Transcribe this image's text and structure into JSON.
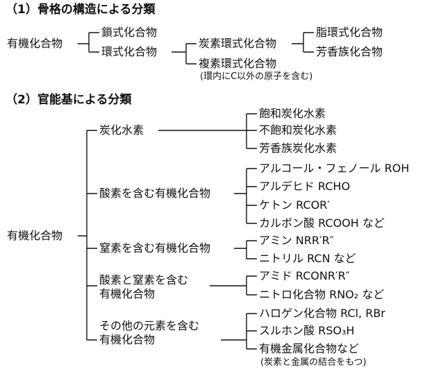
{
  "section1": {
    "heading": "（1）骨格の構造による分類",
    "root": "有機化合物",
    "chain": "鎖式化合物",
    "cyclic": "環式化合物",
    "carbocyclic": "炭素環式化合物",
    "heterocyclic": "複素環式化合物",
    "heterocyclic_note": "(環内にC以外の原子を含む)",
    "alicyclic": "脂環式化合物",
    "aromatic": "芳香族化合物"
  },
  "section2": {
    "heading": "（2）官能基による分類",
    "root": "有機化合物",
    "groups": [
      {
        "label": [
          "炭化水素"
        ],
        "items": [
          "飽和炭化水素",
          "不飽和炭化水素",
          "芳香族炭化水素"
        ]
      },
      {
        "label": [
          "酸素を含む有機化合物"
        ],
        "items": [
          "アルコール・フェノール ROH",
          "アルデヒド RCHO",
          "ケトン RCOR′",
          "カルボン酸 RCOOH など"
        ]
      },
      {
        "label": [
          "窒素を含む有機化合物"
        ],
        "items": [
          "アミン NRR′R″",
          "ニトリル RCN など"
        ]
      },
      {
        "label": [
          "酸素と窒素を含む",
          "有機化合物"
        ],
        "items": [
          "アミド RCONR′R″",
          "ニトロ化合物 RNO₂ など"
        ]
      },
      {
        "label": [
          "その他の元素を含む",
          "有機化合物"
        ],
        "items": [
          "ハロゲン化合物 RCl, RBr",
          "スルホン酸 RSO₃H",
          "有機金属化合物など"
        ],
        "note": "(炭素と金属の結合をもつ)"
      }
    ]
  }
}
